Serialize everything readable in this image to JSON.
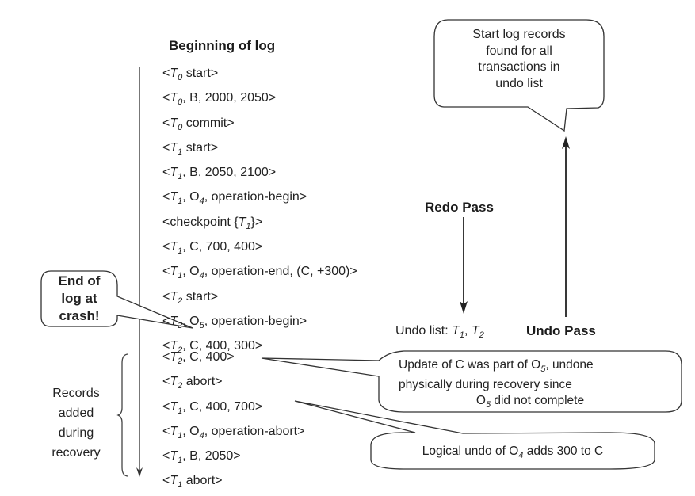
{
  "log": {
    "heading": "Beginning of log",
    "records": [
      {
        "pre": "<",
        "t": "T",
        "s": "0",
        "post": " start>"
      },
      {
        "pre": "<",
        "t": "T",
        "s": "0",
        "post": ", B, 2000, 2050>"
      },
      {
        "pre": "<",
        "t": "T",
        "s": "0",
        "post": " commit>"
      },
      {
        "pre": "<",
        "t": "T",
        "s": "1",
        "post": " start>"
      },
      {
        "pre": "<",
        "t": "T",
        "s": "1",
        "post": ", B, 2050, 2100>"
      },
      {
        "pre": "<",
        "t": "T",
        "s": "1",
        "post": ", O",
        "o": "4",
        "post2": ", operation-begin>"
      },
      {
        "pre": "<checkpoint {",
        "t": "T",
        "s": "1",
        "post": "}>"
      },
      {
        "pre": "<",
        "t": "T",
        "s": "1",
        "post": ", C, 700, 400>"
      },
      {
        "pre": "<",
        "t": "T",
        "s": "1",
        "post": ", O",
        "o": "4",
        "post2": ", operation-end, (C, +300)>"
      },
      {
        "pre": "<",
        "t": "T",
        "s": "2",
        "post": " start>"
      },
      {
        "pre": "<",
        "t": "T",
        "s": "2",
        "post": ", O",
        "o": "5",
        "post2": ", operation-begin>"
      },
      {
        "pre": "<",
        "t": "T",
        "s": "2",
        "post": ", C, 400, 300>"
      }
    ],
    "recovery_records": [
      {
        "pre": "<",
        "t": "T",
        "s": "2",
        "post": ", C, 400>"
      },
      {
        "pre": "<",
        "t": "T",
        "s": "2",
        "post": " abort>"
      },
      {
        "pre": "<",
        "t": "T",
        "s": "1",
        "post": ", C, 400, 700>"
      },
      {
        "pre": "<",
        "t": "T",
        "s": "1",
        "post": ", O",
        "o": "4",
        "post2": ", operation-abort>"
      },
      {
        "pre": "<",
        "t": "T",
        "s": "1",
        "post": ", B, 2050>"
      },
      {
        "pre": "<",
        "t": "T",
        "s": "1",
        "post": " abort>"
      }
    ]
  },
  "callouts": {
    "end_of_log": [
      "End of",
      "log at",
      "crash!"
    ],
    "start_records": [
      "Start log records",
      "found for all",
      "transactions in",
      "undo list"
    ],
    "update_c": {
      "line1_pre": "Update of C was part of O",
      "line1_sub": "5",
      "line1_post": ", undone",
      "line2": "physically during  recovery since",
      "line3_pre": "O",
      "line3_sub": "5",
      "line3_post": " did not complete"
    },
    "logical_undo": {
      "pre": "Logical  undo of O",
      "sub": "4",
      "post": " adds 300 to C"
    }
  },
  "labels": {
    "records_added": [
      "Records",
      "added",
      "during",
      "recovery"
    ],
    "redo_pass": "Redo Pass",
    "undo_pass": "Undo Pass",
    "undo_list_pre": "Undo list: ",
    "undo_list_t1": "T",
    "undo_list_s1": "1",
    "undo_list_sep": ", ",
    "undo_list_t2": "T",
    "undo_list_s2": "2"
  }
}
